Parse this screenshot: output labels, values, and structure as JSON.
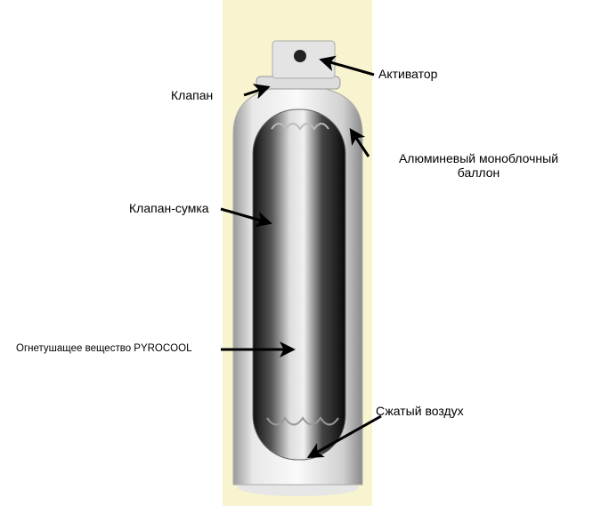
{
  "labels": {
    "activator": "Активатор",
    "valve": "Клапан",
    "can_line1": "Алюминевый моноблочный",
    "can_line2": "баллон",
    "bag_valve": "Клапан-сумка",
    "agent": "Огнетушащее вещество PYROCOOL",
    "air": "Сжатый воздух"
  },
  "colors": {
    "background_band": "#f8f4cf"
  }
}
